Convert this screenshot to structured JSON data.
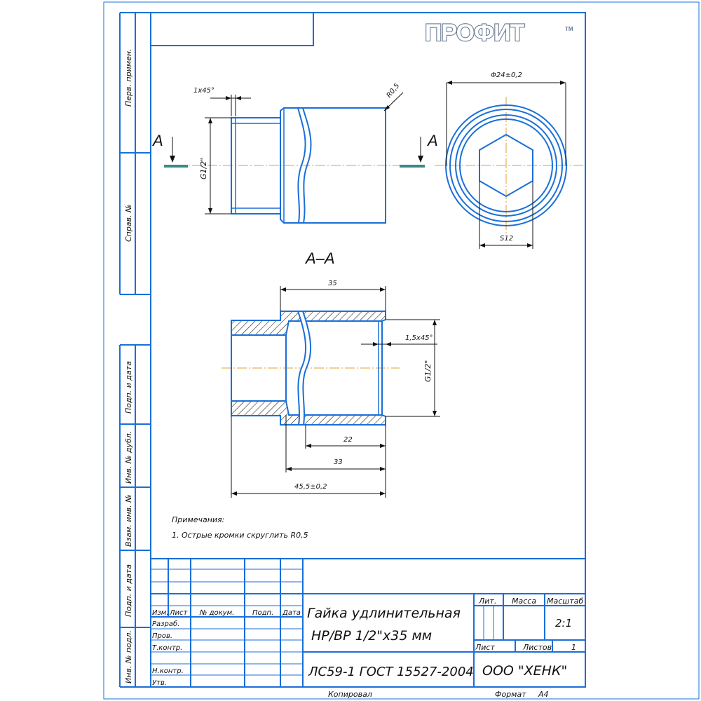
{
  "brand": {
    "logo_text": "ПРОФИТ",
    "tm": "TM"
  },
  "side_labels": {
    "perv_primen": "Перв. примен.",
    "sprav_no": "Справ. №",
    "podp_data_1": "Подп. и дата",
    "inv_dubl": "Инв. № дубл.",
    "vzam_inv": "Взам. инв. №",
    "podp_data_2": "Подп. и дата",
    "inv_podl": "Инв. № подл."
  },
  "views": {
    "section_mark": "A",
    "section_title": "A–A"
  },
  "dimensions": {
    "chamfer_top": "1x45°",
    "radius": "R0,5",
    "thread_left": "G1/2\"",
    "diameter": "Φ24±0,2",
    "hex": "S12",
    "len_35": "35",
    "chamfer_right": "1,5x45°",
    "thread_right": "G1/2\"",
    "len_22": "22",
    "len_33": "33",
    "len_total": "45,5±0,2"
  },
  "notes": {
    "heading": "Примечания:",
    "item1": "1. Острые кромки скруглить R0,5"
  },
  "title_block": {
    "col_izm": "Изм.",
    "col_list": "Лист",
    "col_doc": "№ докум.",
    "col_podp": "Подп.",
    "col_data": "Дата",
    "row_razrab": "Разраб.",
    "row_prov": "Пров.",
    "row_tkontr": "Т.контр.",
    "row_nkontr": "Н.контр.",
    "row_utv": "Утв.",
    "name_line1": "Гайка удлинительная",
    "name_line2": "НР/ВР 1/2\"х35 мм",
    "material": "ЛС59-1 ГОСТ 15527-2004",
    "lit": "Лит.",
    "massa": "Масса",
    "masshtab": "Масштаб",
    "scale_value": "2:1",
    "sheet": "Лист",
    "sheets": "Листов",
    "sheets_count": "1",
    "company": "ООО \"ХЕНК\"",
    "kopiroval": "Копировал",
    "format": "Формат",
    "format_value": "A4"
  }
}
